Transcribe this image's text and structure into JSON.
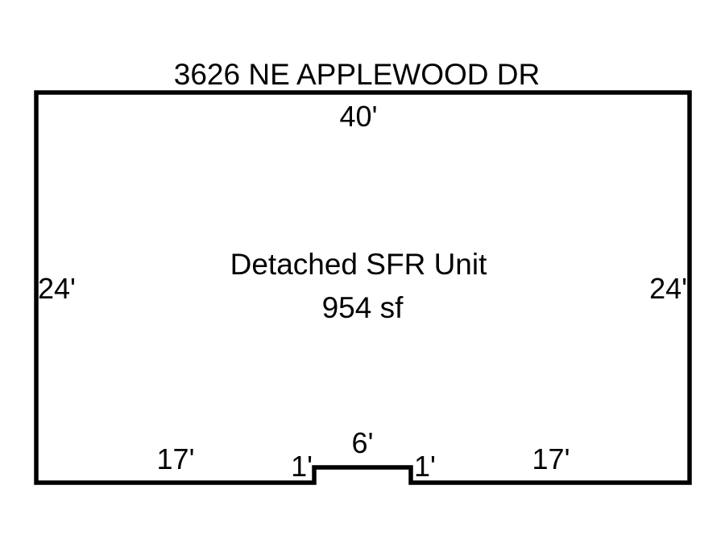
{
  "title": "3626 NE APPLEWOOD DR",
  "unit": {
    "label": "Detached SFR Unit",
    "area": "954 sf"
  },
  "dimensions": {
    "top": "40'",
    "left": "24'",
    "right": "24'",
    "bottom_left": "17'",
    "bottom_right": "17'",
    "notch_left": "1'",
    "notch_right": "1'",
    "notch_top": "6'"
  },
  "colors": {
    "stroke": "#000000",
    "background": "#ffffff"
  }
}
